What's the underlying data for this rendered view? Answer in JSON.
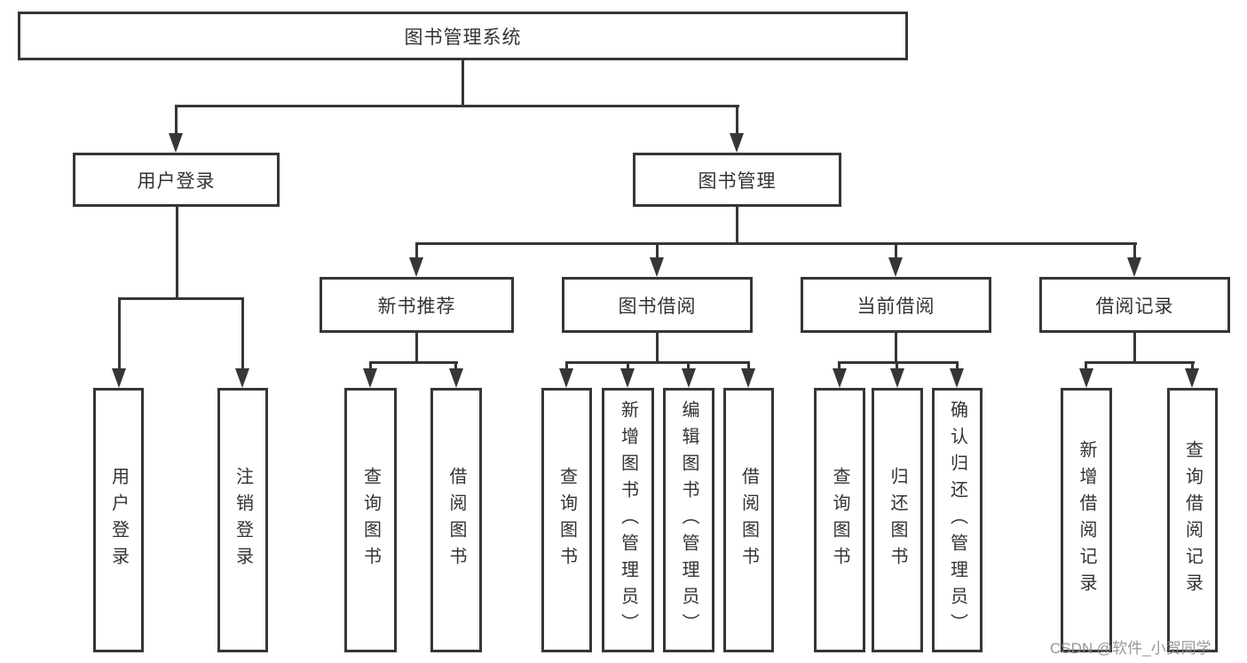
{
  "diagram": {
    "root_label": "图书管理系统",
    "level2": [
      {
        "label": "用户登录",
        "children": [
          {
            "label": "用户登录"
          },
          {
            "label": "注销登录"
          }
        ]
      },
      {
        "label": "图书管理",
        "sections": [
          {
            "label": "新书推荐",
            "children": [
              {
                "label": "查询图书"
              },
              {
                "label": "借阅图书"
              }
            ]
          },
          {
            "label": "图书借阅",
            "children": [
              {
                "label": "查询图书"
              },
              {
                "label": "新增图书（管理员）"
              },
              {
                "label": "编辑图书（管理员）"
              },
              {
                "label": "借阅图书"
              }
            ]
          },
          {
            "label": "当前借阅",
            "children": [
              {
                "label": "查询图书"
              },
              {
                "label": "归还图书"
              },
              {
                "label": "确认归还（管理员）"
              }
            ]
          },
          {
            "label": "借阅记录",
            "children": [
              {
                "label": "新增借阅记录"
              },
              {
                "label": "查询借阅记录"
              }
            ]
          }
        ]
      }
    ],
    "watermark": "CSDN @软件_小贺同学",
    "colors": {
      "line": "#363636",
      "text": "#333333",
      "background": "#ffffff",
      "watermark": "#8c8c8c"
    }
  }
}
